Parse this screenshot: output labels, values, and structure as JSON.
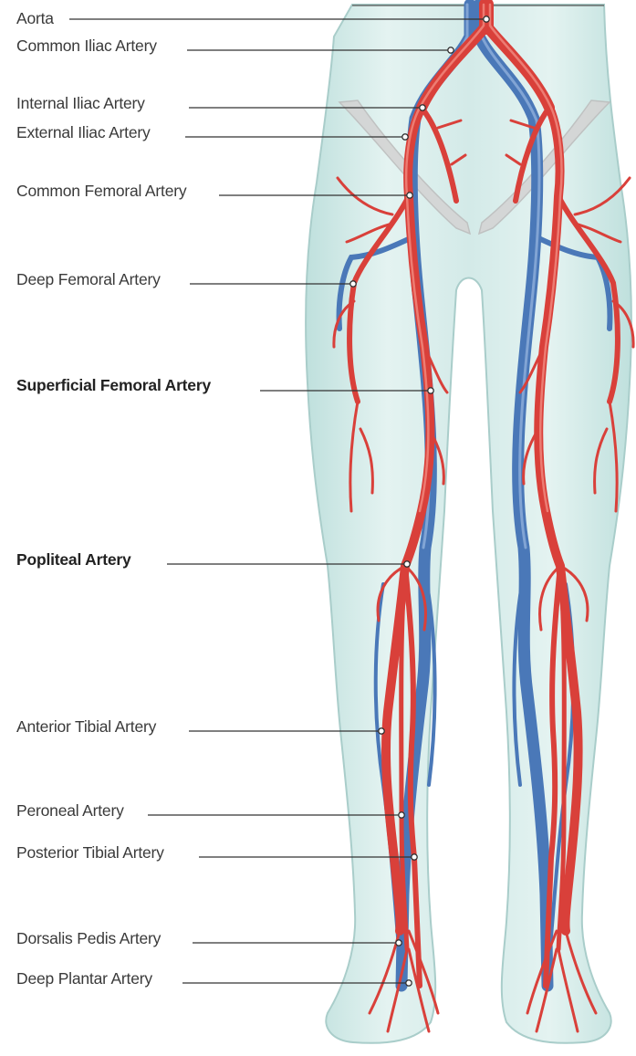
{
  "labels": {
    "aorta": "Aorta",
    "common_iliac": "Common Iliac Artery",
    "internal_iliac": "Internal Iliac Artery",
    "external_iliac": "External Iliac Artery",
    "common_femoral": "Common Femoral Artery",
    "deep_femoral": "Deep Femoral Artery",
    "superficial_femoral": "Superficial Femoral Artery",
    "popliteal": "Popliteal Artery",
    "anterior_tibial": "Anterior Tibial Artery",
    "peroneal": "Peroneal Artery",
    "posterior_tibial": "Posterior Tibial Artery",
    "dorsalis_pedis": "Dorsalis Pedis Artery",
    "deep_plantar": "Deep Plantar Artery"
  },
  "colors": {
    "artery": "#d9403a",
    "artery_highlight": "#f0877d",
    "vein": "#4a78b8",
    "vein_highlight": "#8fb0dc",
    "skin_fill": "#d8ecea",
    "skin_edge": "#a9cdca",
    "pelvis_bone": "#c9c9c9",
    "leader_line": "#333333"
  }
}
